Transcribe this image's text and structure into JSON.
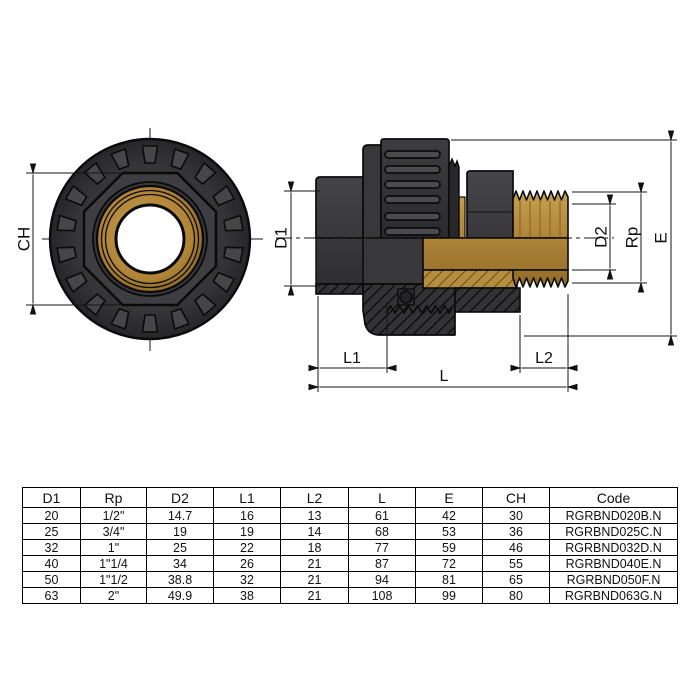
{
  "drawing": {
    "front_view": {
      "ch_label": "CH"
    },
    "side_view": {
      "labels": {
        "d1": "D1",
        "d2": "D2",
        "rp": "Rp",
        "e": "E",
        "l1": "L1",
        "l2": "L2",
        "l": "L"
      }
    },
    "colors": {
      "background": "#ffffff",
      "body_gray": "#3b3b3e",
      "nut_black": "#232326",
      "brass": "#b58d3e",
      "line": "#0a0a0a",
      "bore_white": "#ffffff"
    }
  },
  "table": {
    "headers": [
      "D1",
      "Rp",
      "D2",
      "L1",
      "L2",
      "L",
      "E",
      "CH",
      "Code"
    ],
    "rows": [
      [
        "20",
        "1/2\"",
        "14.7",
        "16",
        "13",
        "61",
        "42",
        "30",
        "RGRBND020B.N"
      ],
      [
        "25",
        "3/4\"",
        "19",
        "19",
        "14",
        "68",
        "53",
        "36",
        "RGRBND025C.N"
      ],
      [
        "32",
        "1\"",
        "25",
        "22",
        "18",
        "77",
        "59",
        "46",
        "RGRBND032D.N"
      ],
      [
        "40",
        "1\"1/4",
        "34",
        "26",
        "21",
        "87",
        "72",
        "55",
        "RGRBND040E.N"
      ],
      [
        "50",
        "1\"1/2",
        "38.8",
        "32",
        "21",
        "94",
        "81",
        "65",
        "RGRBND050F.N"
      ],
      [
        "63",
        "2\"",
        "49.9",
        "38",
        "21",
        "108",
        "99",
        "80",
        "RGRBND063G.N"
      ]
    ]
  }
}
